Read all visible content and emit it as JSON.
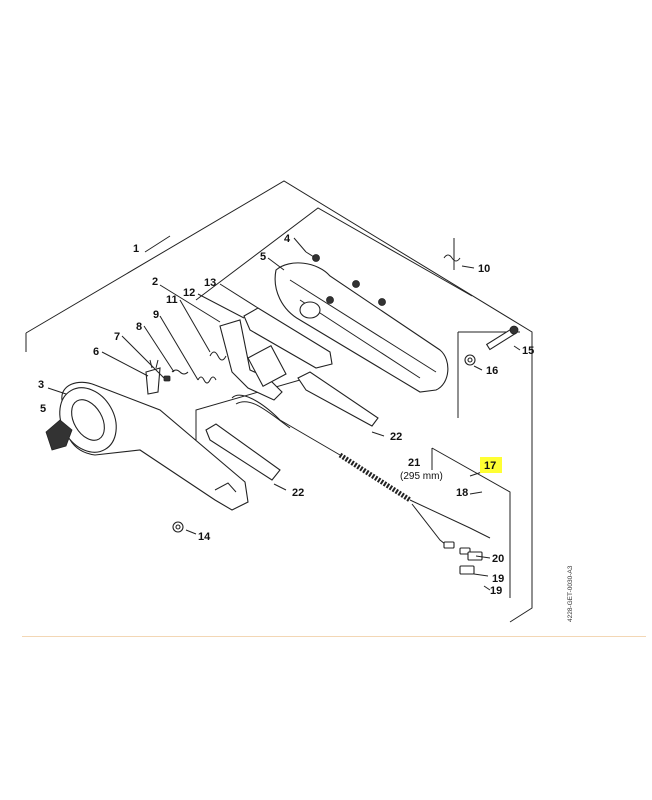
{
  "diagram": {
    "labels": {
      "p1": "1",
      "p2": "2",
      "p3": "3",
      "p4": "4",
      "p5a": "5",
      "p5b": "5",
      "p6": "6",
      "p7": "7",
      "p8": "8",
      "p9": "9",
      "p10": "10",
      "p11": "11",
      "p12": "12",
      "p13": "13",
      "p14": "14",
      "p15": "15",
      "p16": "16",
      "p17": "17",
      "p18": "18",
      "p19a": "19",
      "p19b": "19",
      "p20": "20",
      "p21": "21",
      "p21_note": "(295 mm)",
      "p22a": "22",
      "p22b": "22"
    },
    "highlighted_label": "17",
    "highlight_color": "#ffff33",
    "side_code": "4228-GET-0030-A3",
    "separator_color": "#f3d7b5"
  }
}
